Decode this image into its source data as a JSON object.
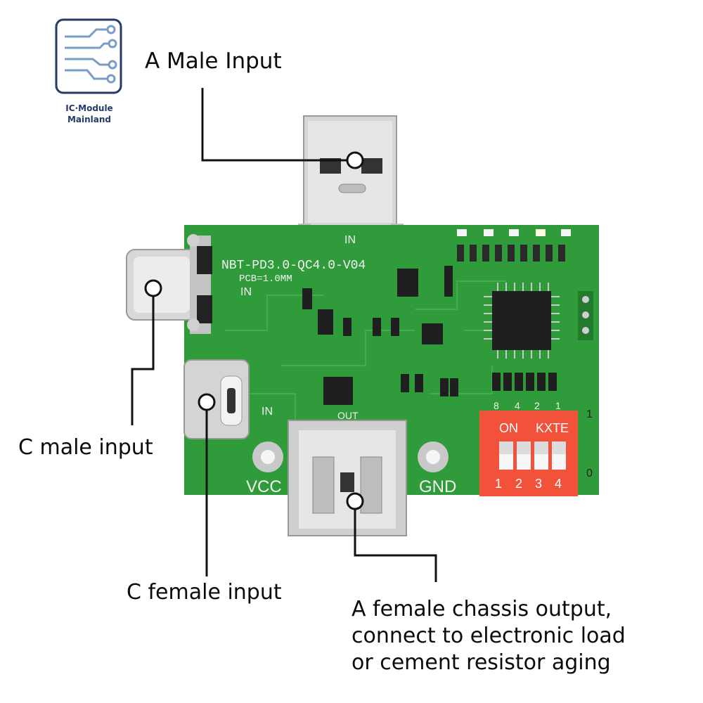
{
  "logo": {
    "icon": "circuit-board-icon",
    "line1": "IC·Module",
    "line2": "Mainland"
  },
  "labels": {
    "a_male_input": "A Male Input",
    "c_male_input": "C male input",
    "c_female_input": "C female input",
    "a_female_output": [
      "A female chassis output,",
      "connect to electronic load",
      "or cement resistor aging"
    ]
  },
  "board": {
    "model": "NBT-PD3.0-QC4.0-V04",
    "pcb": "PCB=1.0MM",
    "in_top": "IN",
    "in_side": "IN",
    "in_typec": "IN",
    "out": "OUT",
    "vcc": "VCC",
    "gnd": "GND",
    "dip": {
      "on": "ON",
      "brand": "KXTE",
      "weights": [
        "8",
        "4",
        "2",
        "1"
      ],
      "numbers": [
        "1",
        "2",
        "3",
        "4"
      ],
      "one": "1",
      "zero": "0"
    }
  },
  "colors": {
    "pcb": "#2f9b3a",
    "pcb_dark": "#237a2c",
    "dip": "#f2523a",
    "metal": "#c9c9c9"
  }
}
